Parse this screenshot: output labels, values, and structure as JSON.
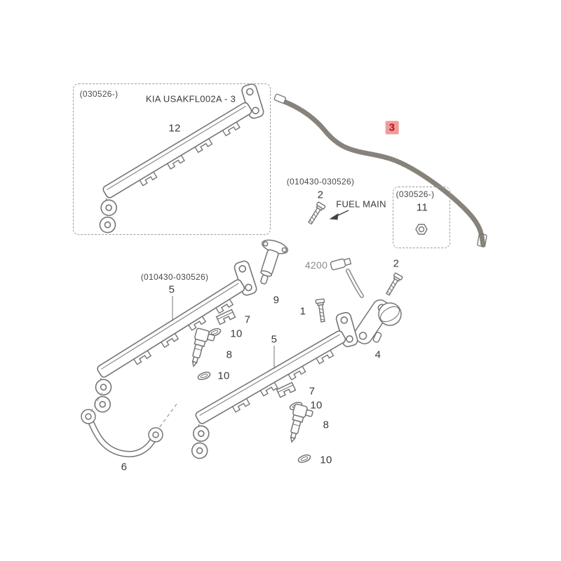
{
  "boxes": {
    "rail12_box": {
      "range": "(030526-)",
      "title": "KIA USAKFL002A - 3"
    },
    "nut_box": {
      "range": "(030526-)"
    }
  },
  "labels": {
    "part12": "12",
    "part3": "3",
    "range_top": "(010430-030526)",
    "part2_top": "2",
    "fuel_main": "FUEL MAIN",
    "part11": "11",
    "code4200": "4200",
    "part9": "9",
    "range_mid": "(010430-030526)",
    "part5_mid": "5",
    "part7_mid": "7",
    "part10_mid_top": "10",
    "part8_mid": "8",
    "part10_mid_bottom": "10",
    "part1": "1",
    "part2_right": "2",
    "part4": "4",
    "part5_bottom": "5",
    "part7_bottom": "7",
    "part10_bottom_top": "10",
    "part8_bottom": "8",
    "part10_bottom_bottom": "10",
    "part6": "6"
  },
  "highlight": {
    "background": "#f19b9b",
    "text": "#b01212"
  }
}
